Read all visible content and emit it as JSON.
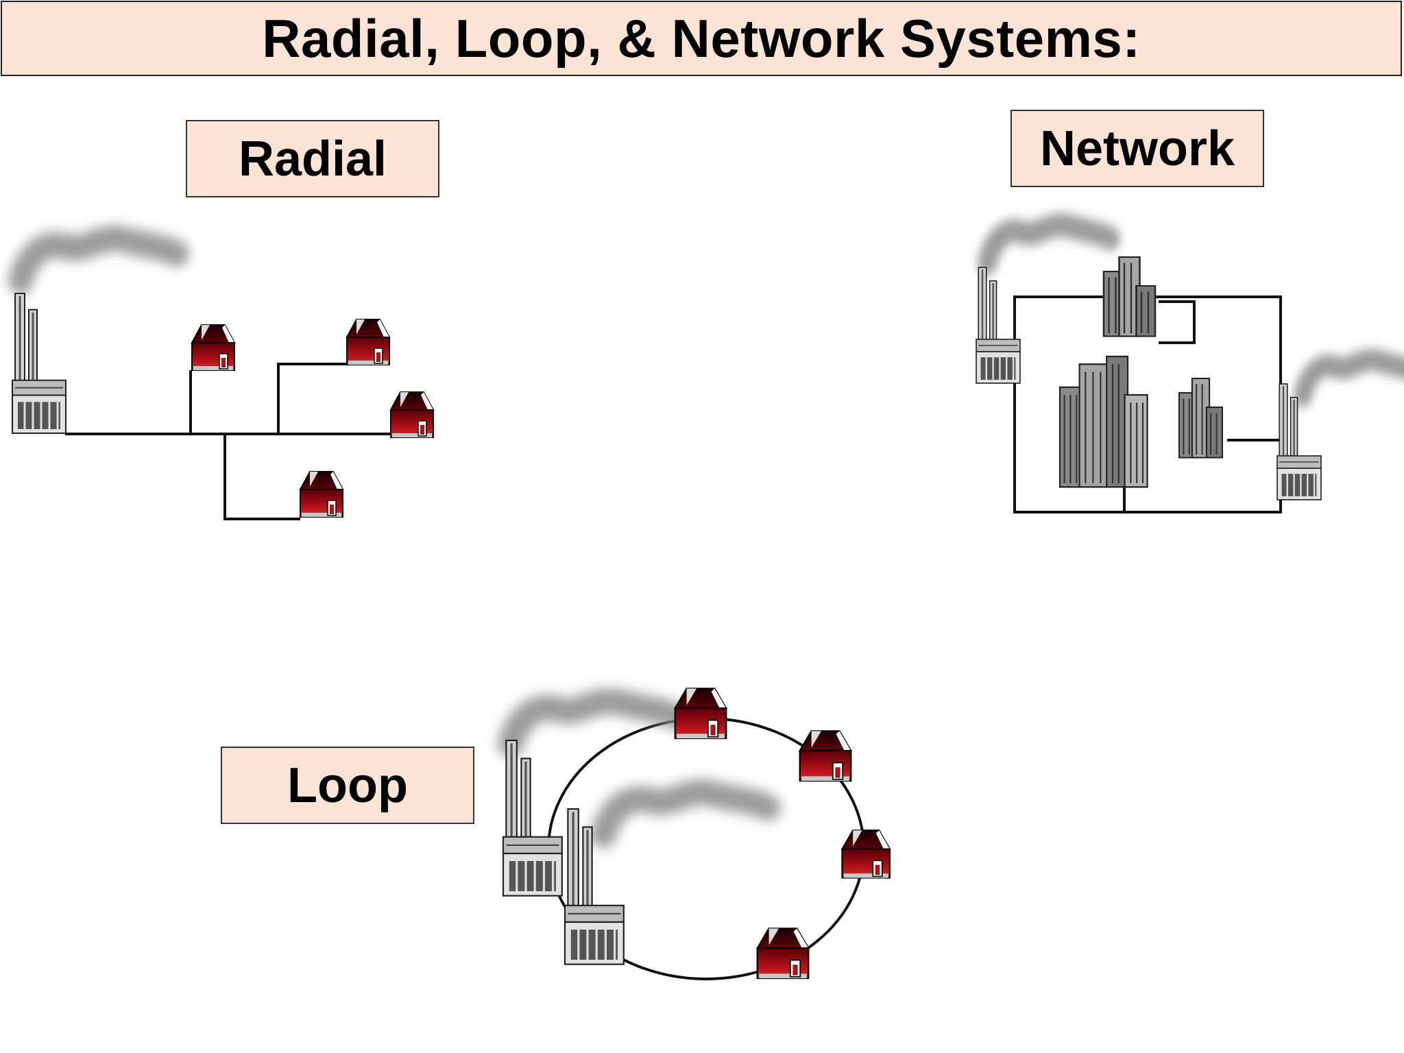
{
  "title": "Radial, Loop, & Network Systems:",
  "labels": {
    "radial": "Radial",
    "network": "Network",
    "loop": "Loop"
  },
  "colors": {
    "label_fill": "#fbe4d5",
    "house_red": "#b01018",
    "house_dark": "#3a0006",
    "line": "#111111",
    "factory_gray": "#9a9a9a"
  },
  "icons": [
    "factory-icon",
    "house-icon",
    "city-buildings-icon",
    "smoke-icon"
  ]
}
